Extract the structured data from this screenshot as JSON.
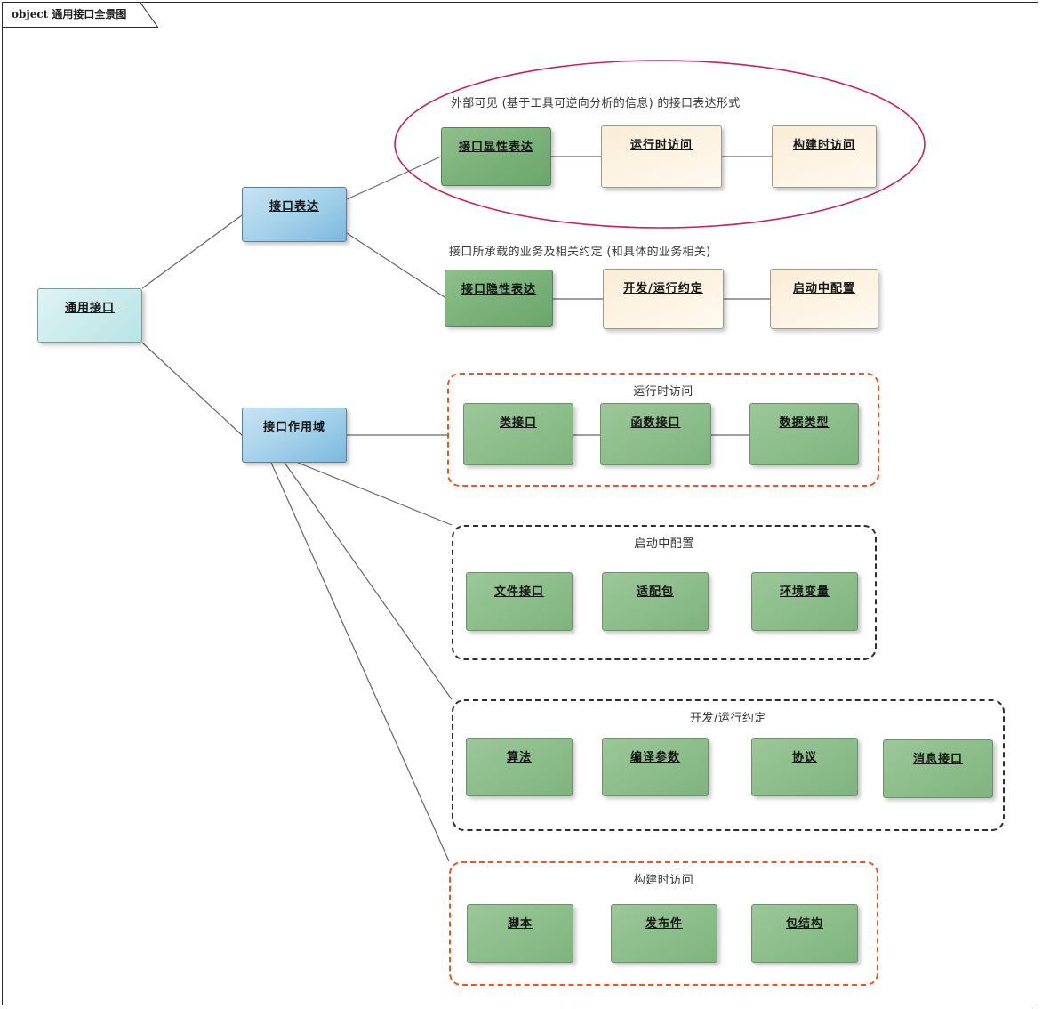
{
  "diagram": {
    "stereotype": "object",
    "title": "通用接口全景图"
  },
  "nodes": {
    "root": {
      "label": "通用接口"
    },
    "expression": {
      "label": "接口表达"
    },
    "scope": {
      "label": "接口作用域"
    },
    "explicit": {
      "label": "接口显性表达"
    },
    "runtime_access": {
      "label": "运行时访问"
    },
    "buildtime_access": {
      "label": "构建时访问"
    },
    "implicit": {
      "label": "接口隐性表达"
    },
    "dev_run_contract": {
      "label": "开发/运行约定"
    },
    "startup_config": {
      "label": "启动中配置"
    }
  },
  "captions": {
    "ellipse_note": "外部可见 (基于工具可逆向分析的信息) 的接口表达形式",
    "implicit_note": "接口所承载的业务及相关约定 (和具体的业务相关)"
  },
  "groups": [
    {
      "id": "runtime",
      "title": "运行时访问",
      "style": "orange",
      "items": [
        {
          "label": "类接口"
        },
        {
          "label": "函数接口"
        },
        {
          "label": "数据类型"
        }
      ]
    },
    {
      "id": "startup",
      "title": "启动中配置",
      "style": "black",
      "items": [
        {
          "label": "文件接口"
        },
        {
          "label": "适配包"
        },
        {
          "label": "环境变量"
        }
      ]
    },
    {
      "id": "contract",
      "title": "开发/运行约定",
      "style": "black",
      "items": [
        {
          "label": "算法"
        },
        {
          "label": "编译参数"
        },
        {
          "label": "协议"
        },
        {
          "label": "消息接口"
        }
      ]
    },
    {
      "id": "buildtime",
      "title": "构建时访问",
      "style": "orange",
      "items": [
        {
          "label": "脚本"
        },
        {
          "label": "发布件"
        },
        {
          "label": "包结构"
        }
      ]
    }
  ],
  "colors": {
    "ellipse_stroke": "#cc2255",
    "group_orange": "#f4511e",
    "group_black": "#2e2e2e",
    "node_green": "#79b178",
    "node_blue": "#a8d4ec",
    "node_cream": "#fdf4e4",
    "node_root": "#cdeced",
    "connector": "#666666"
  }
}
